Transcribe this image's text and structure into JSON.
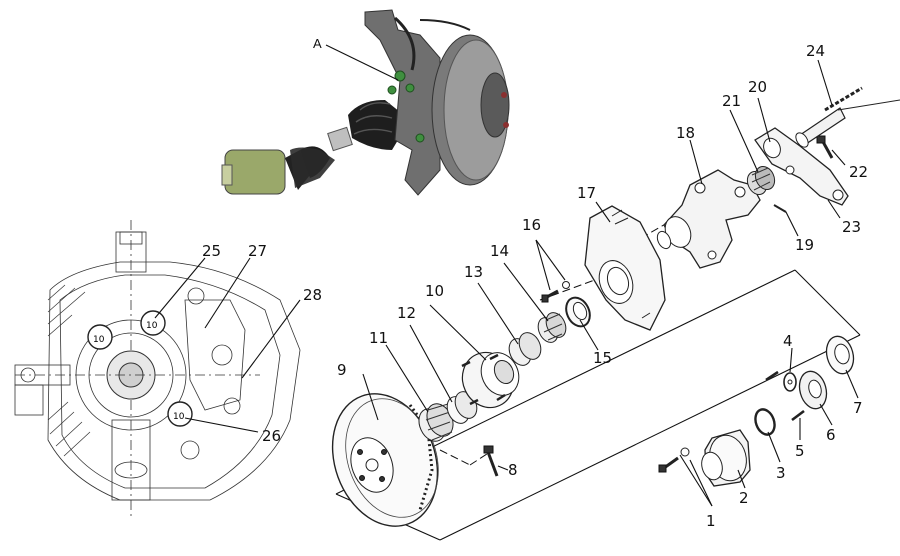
{
  "photo": {
    "label_a": "A"
  },
  "labels": {
    "n1": "1",
    "n2": "2",
    "n3": "3",
    "n4": "4",
    "n5": "5",
    "n6": "6",
    "n7": "7",
    "n8": "8",
    "n9": "9",
    "n10": "10",
    "n11": "11",
    "n12": "12",
    "n13": "13",
    "n14": "14",
    "n15": "15",
    "n16": "16",
    "n17": "17",
    "n18": "18",
    "n19": "19",
    "n20": "20",
    "n21": "21",
    "n22": "22",
    "n23": "23",
    "n24": "24",
    "n25": "25",
    "n26": "26",
    "n27": "27",
    "n28": "28"
  },
  "section_bolt_marks": {
    "upper_left": "10",
    "upper_right": "10",
    "lower": "10"
  }
}
